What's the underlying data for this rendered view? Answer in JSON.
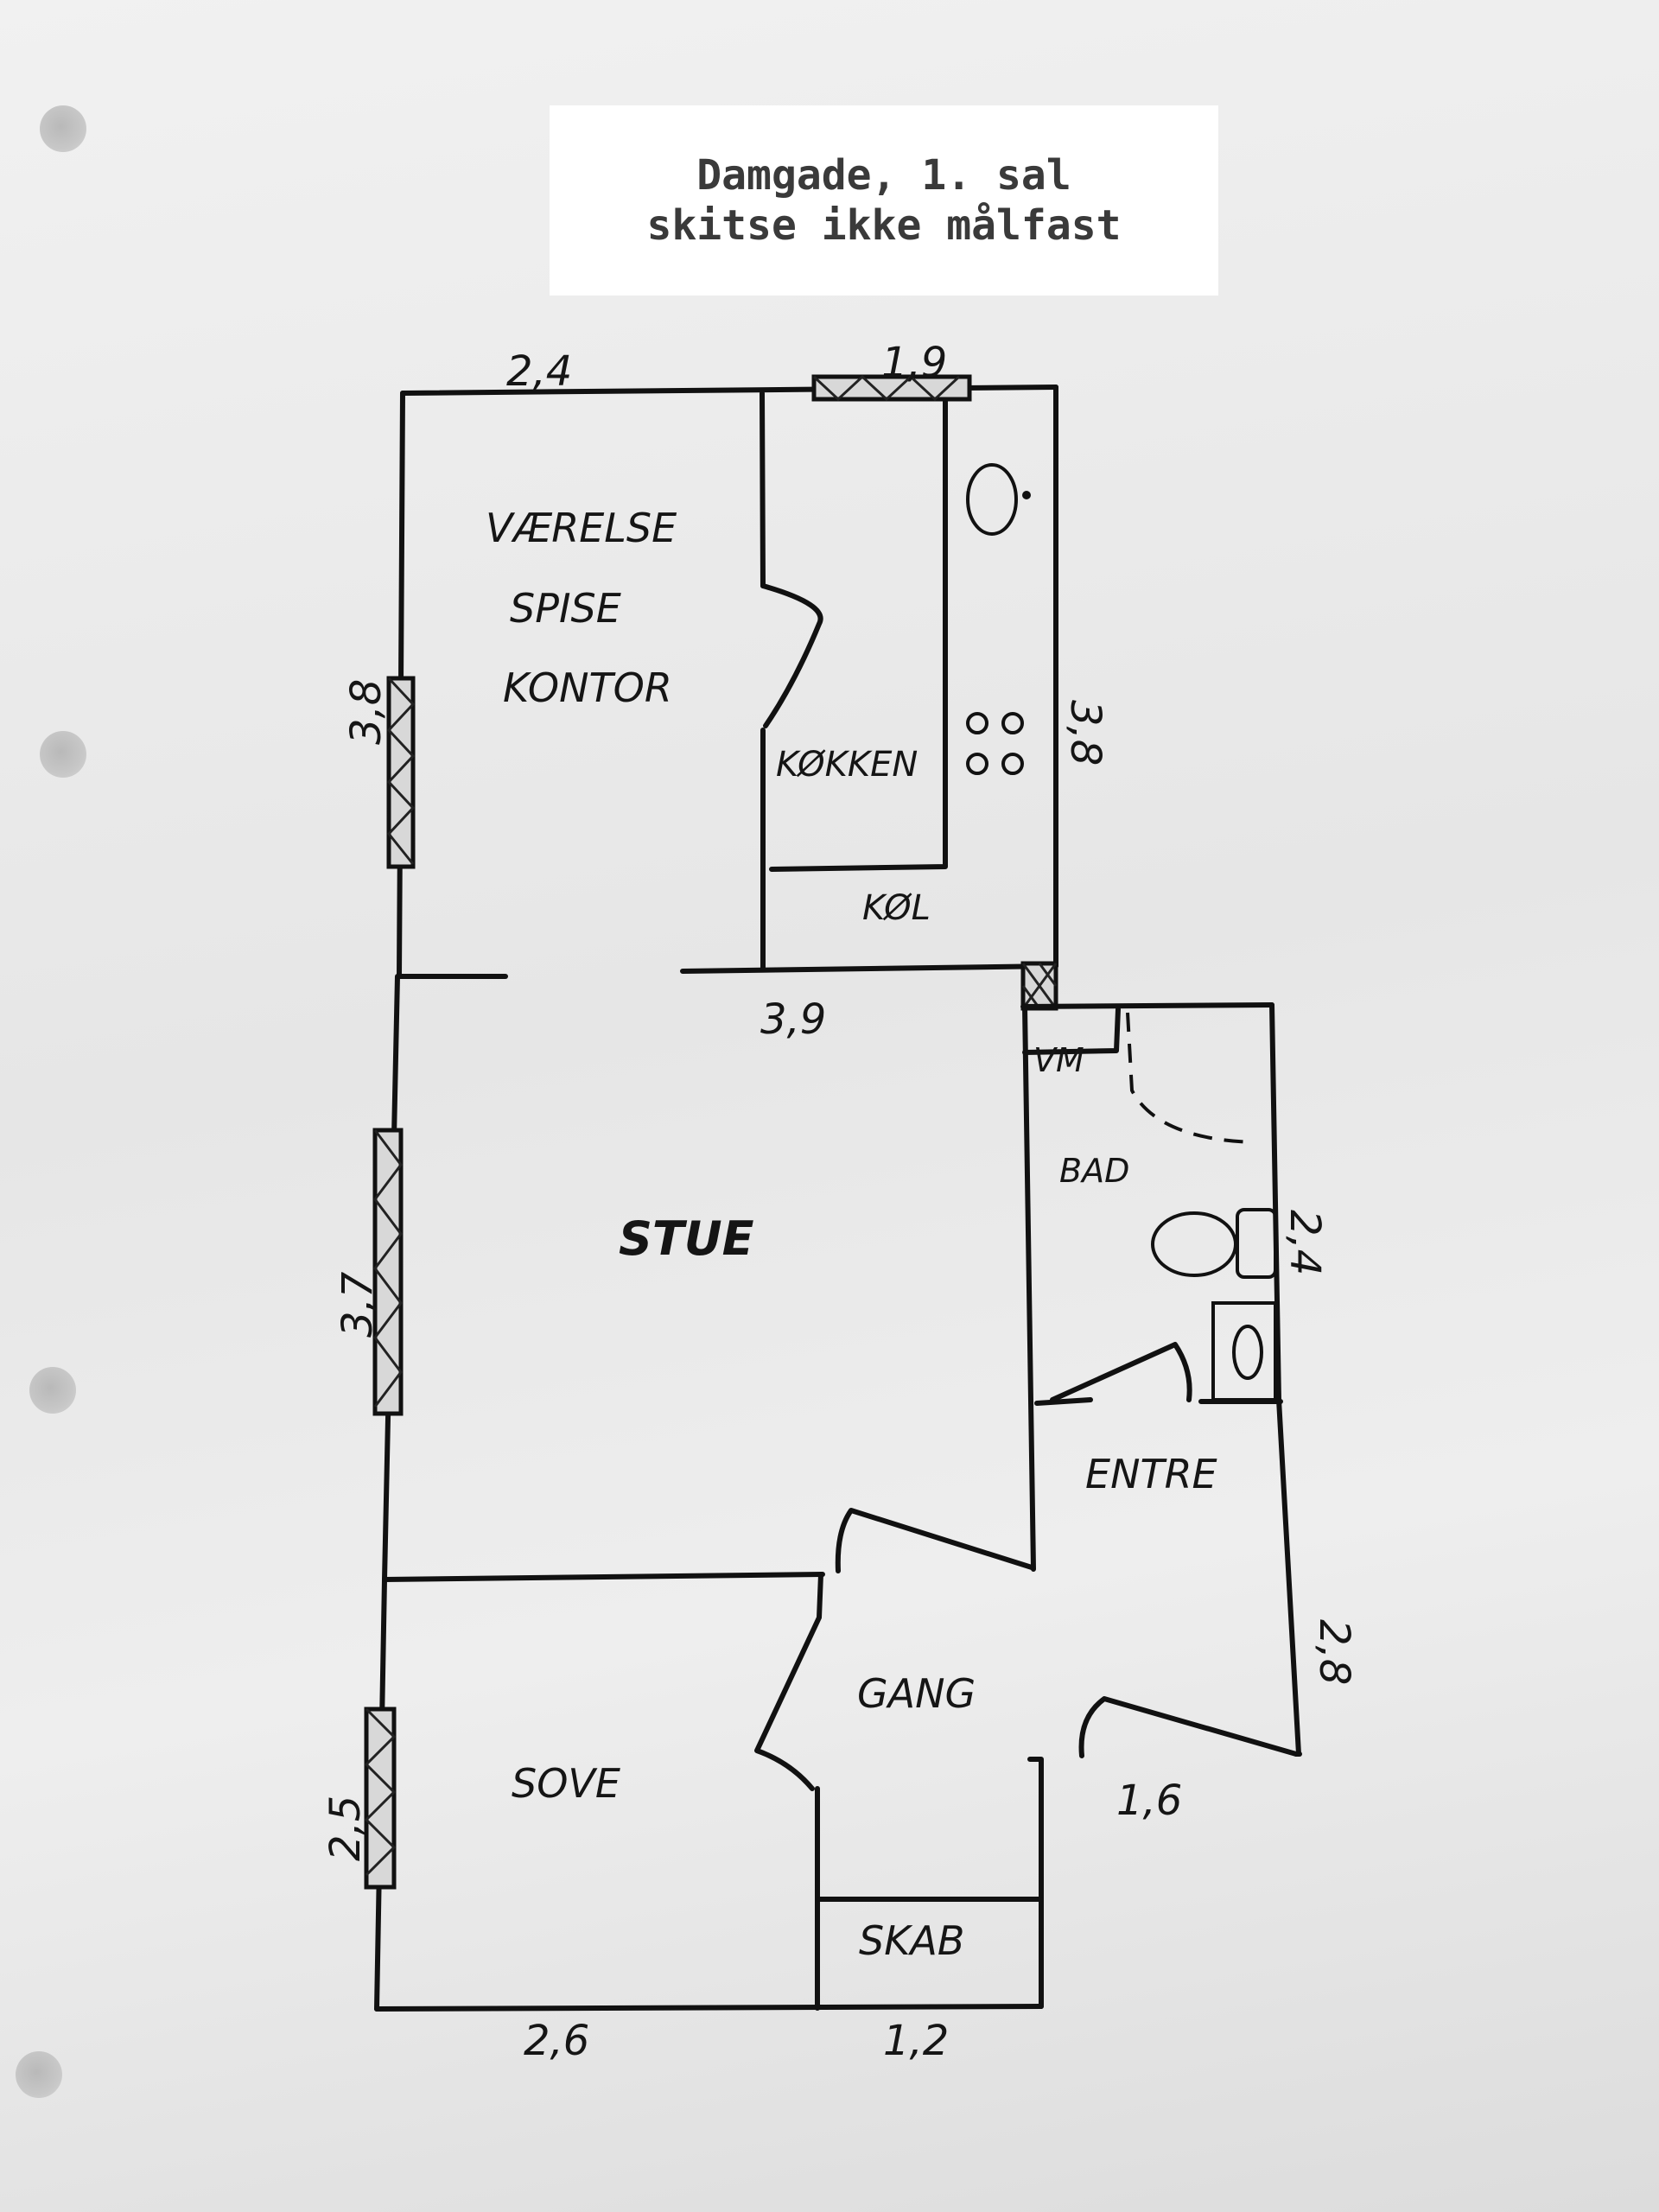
{
  "header": {
    "line1": "Damgade, 1. sal",
    "line2": "skitse ikke målfast"
  },
  "rooms": {
    "vaerelse": "VÆRELSE",
    "spise": "SPISE",
    "kontor": "KONTOR",
    "kokken": "KØKKEN",
    "kol": "KØL",
    "vm": "VM",
    "bad": "BAD",
    "stue": "STUE",
    "entre": "ENTRE",
    "gang": "GANG",
    "sove": "SOVE",
    "skab": "SKAB"
  },
  "dimensions": {
    "top_left": "2,4",
    "top_right": "1,9",
    "left_top": "3,8",
    "right_top": "3,8",
    "middle": "3,9",
    "left_middle": "3,7",
    "bath_right": "2,4",
    "entre_right": "2,8",
    "gang_bottom": "1,6",
    "left_bottom": "2,5",
    "bottom_left": "2,6",
    "bottom_right": "1,2"
  }
}
